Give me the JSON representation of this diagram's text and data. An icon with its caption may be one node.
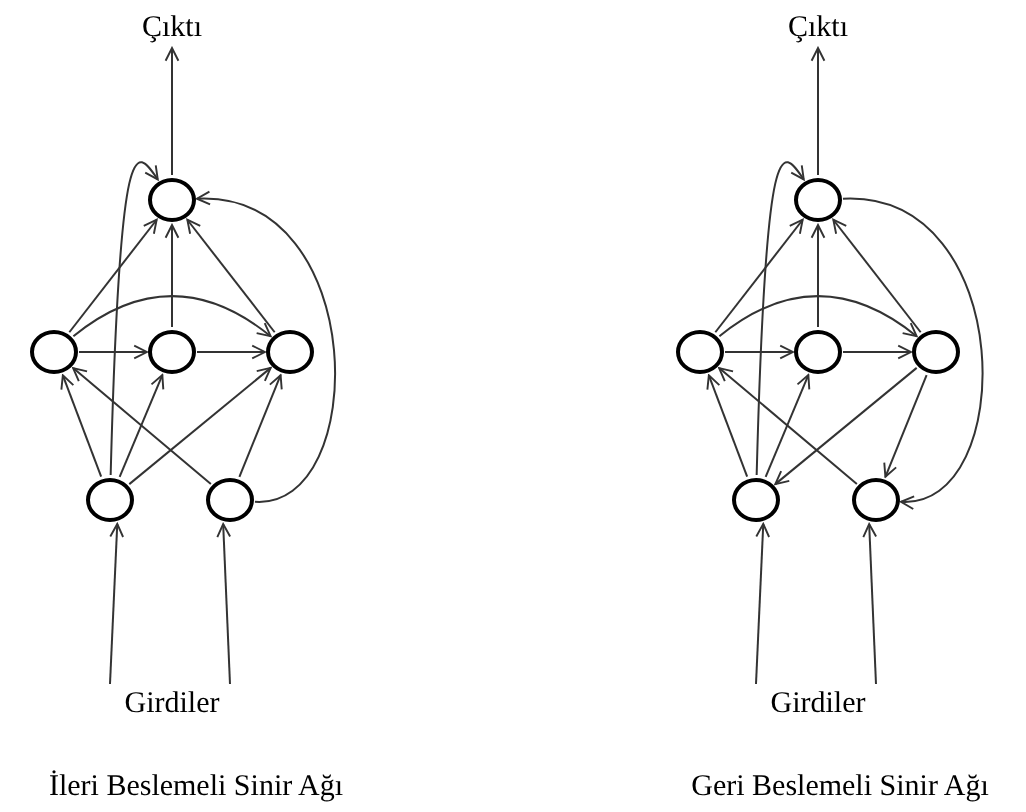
{
  "diagram": {
    "nodes": [
      {
        "text": [
          "Çıktı"
        ]
      },
      {
        "text": [],
        "shape": "circle"
      },
      {
        "text": [],
        "shape": "circle"
      },
      {
        "text": [],
        "shape": "circle"
      },
      {
        "text": [],
        "shape": "circle"
      },
      {
        "text": [],
        "shape": "circle"
      },
      {
        "text": [],
        "shape": "circle"
      },
      {
        "text": [
          "Girdiler"
        ]
      },
      {
        "text": [
          "Çıktı"
        ]
      },
      {
        "text": [],
        "shape": "circle"
      },
      {
        "text": [],
        "shape": "circle"
      },
      {
        "text": [],
        "shape": "circle"
      },
      {
        "text": [],
        "shape": "circle"
      },
      {
        "text": [],
        "shape": "circle"
      },
      {
        "text": [],
        "shape": "circle"
      },
      {
        "text": [
          "Girdiler"
        ]
      }
    ],
    "edges": [
      {
        "from": 1,
        "to": 0,
        "arrow": "to"
      },
      {
        "from": 7,
        "to": 5,
        "arrow": "to"
      },
      {
        "from": 7,
        "to": 6,
        "arrow": "to"
      },
      {
        "from": 2,
        "to": 1,
        "arrow": "to"
      },
      {
        "from": 3,
        "to": 1,
        "arrow": "to"
      },
      {
        "from": 4,
        "to": 1,
        "arrow": "to"
      },
      {
        "from": 2,
        "to": 3,
        "arrow": "to"
      },
      {
        "from": 3,
        "to": 4,
        "arrow": "to"
      },
      {
        "from": 2,
        "to": 4,
        "arrow": "to"
      },
      {
        "from": 5,
        "to": 1,
        "arrow": "to"
      },
      {
        "from": 5,
        "to": 2,
        "arrow": "to"
      },
      {
        "from": 5,
        "to": 3,
        "arrow": "to"
      },
      {
        "from": 5,
        "to": 4,
        "arrow": "to"
      },
      {
        "from": 6,
        "to": 2,
        "arrow": "to"
      },
      {
        "from": 6,
        "to": 4,
        "arrow": "to"
      },
      {
        "from": 6,
        "to": 1,
        "arrow": "to"
      },
      {
        "from": 9,
        "to": 8,
        "arrow": "to"
      },
      {
        "from": 15,
        "to": 13,
        "arrow": "to"
      },
      {
        "from": 15,
        "to": 14,
        "arrow": "to"
      },
      {
        "from": 10,
        "to": 9,
        "arrow": "to"
      },
      {
        "from": 11,
        "to": 9,
        "arrow": "to"
      },
      {
        "from": 12,
        "to": 9,
        "arrow": "to"
      },
      {
        "from": 10,
        "to": 11,
        "arrow": "to"
      },
      {
        "from": 11,
        "to": 12,
        "arrow": "to"
      },
      {
        "from": 10,
        "to": 12,
        "arrow": "to"
      },
      {
        "from": 13,
        "to": 9,
        "arrow": "to"
      },
      {
        "from": 13,
        "to": 10,
        "arrow": "to"
      },
      {
        "from": 13,
        "to": 11,
        "arrow": "to"
      },
      {
        "from": 12,
        "to": 13,
        "arrow": "to"
      },
      {
        "from": 12,
        "to": 14,
        "arrow": "to"
      },
      {
        "from": 14,
        "to": 10,
        "arrow": "to"
      },
      {
        "from": 9,
        "to": 14,
        "arrow": "to"
      }
    ],
    "labels": [
      "İleri Beslemeli Sinir Ağı",
      "Geri Beslemeli Sinir Ağı"
    ]
  }
}
